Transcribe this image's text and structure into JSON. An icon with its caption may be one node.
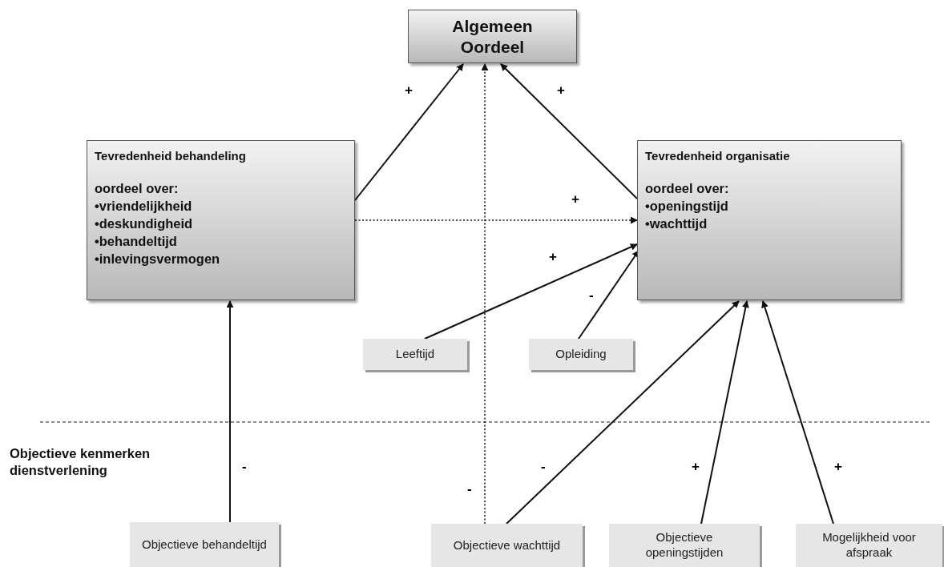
{
  "diagram": {
    "nodes": [
      {
        "text": [
          "Algemeen Oordeel"
        ]
      },
      {
        "text": [
          "Tevredenheid behandeling",
          "oordeel over:",
          "•vriendelijkheid",
          "•deskundigheid",
          "•behandeltijd",
          "•inlevingsvermogen"
        ]
      },
      {
        "text": [
          "Tevredenheid organisatie",
          "oordeel over:",
          "•openingstijd",
          "•wachttijd"
        ]
      },
      {
        "text": [
          "Leeftijd"
        ]
      },
      {
        "text": [
          "Opleiding"
        ]
      },
      {
        "text": [
          "Objectieve behandeltijd"
        ]
      },
      {
        "text": [
          "Objectieve wachttijd"
        ]
      },
      {
        "text": [
          "Objectieve openingstijden"
        ]
      },
      {
        "text": [
          "Mogelijkheid voor afspraak"
        ]
      }
    ],
    "edges": [
      {
        "from": 1,
        "to": 0,
        "arrow": "to",
        "label": "+"
      },
      {
        "from": 2,
        "to": 0,
        "arrow": "to",
        "label": "+"
      },
      {
        "from": 1,
        "to": 2,
        "arrow": "to",
        "label": "+",
        "style": "dashed"
      },
      {
        "from": 6,
        "to": 0,
        "arrow": "to",
        "label": "-",
        "style": "dashed"
      },
      {
        "from": 3,
        "to": 2,
        "arrow": "to",
        "label": "+"
      },
      {
        "from": 4,
        "to": 2,
        "arrow": "to",
        "label": "-"
      },
      {
        "from": 5,
        "to": 1,
        "arrow": "to",
        "label": "-"
      },
      {
        "from": 6,
        "to": 2,
        "arrow": "to",
        "label": "-"
      },
      {
        "from": 7,
        "to": 2,
        "arrow": "to",
        "label": "+"
      },
      {
        "from": 8,
        "to": 2,
        "arrow": "to",
        "label": "+"
      }
    ],
    "labels": [
      "Objectieve kenmerken dienstverlening"
    ]
  }
}
